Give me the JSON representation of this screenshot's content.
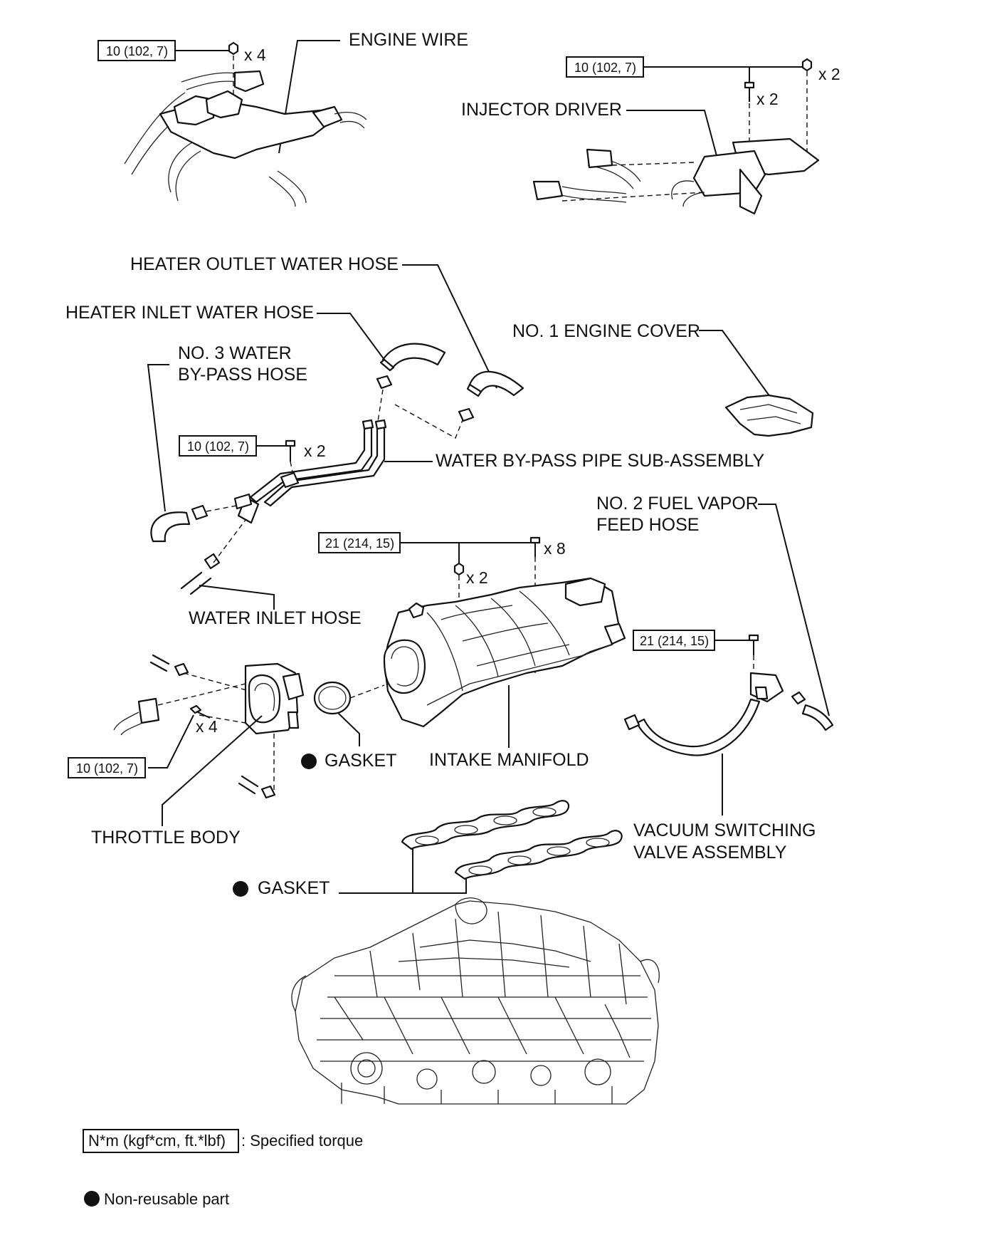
{
  "labels": {
    "engine_wire": "ENGINE WIRE",
    "injector_driver": "INJECTOR DRIVER",
    "heater_outlet_water_hose": "HEATER OUTLET WATER HOSE",
    "heater_inlet_water_hose": "HEATER INLET WATER HOSE",
    "no3_water_bypass_hose_line1": "NO. 3 WATER",
    "no3_water_bypass_hose_line2": "BY-PASS HOSE",
    "no1_engine_cover": "NO. 1 ENGINE COVER",
    "water_bypass_pipe": "WATER BY-PASS PIPE SUB-ASSEMBLY",
    "no2_fuel_vapor_line1": "NO. 2 FUEL VAPOR",
    "no2_fuel_vapor_line2": "FEED HOSE",
    "water_inlet_hose": "WATER INLET HOSE",
    "gasket_throttle": "GASKET",
    "intake_manifold": "INTAKE MANIFOLD",
    "throttle_body": "THROTTLE BODY",
    "vacuum_switching_line1": "VACUUM SWITCHING",
    "vacuum_switching_line2": "VALVE ASSEMBLY",
    "gasket_manifold": "GASKET"
  },
  "torques": {
    "engine_wire": "10 (102, 7)",
    "injector_driver": "10 (102, 7)",
    "water_bypass_pipe": "10 (102, 7)",
    "intake_manifold": "21 (214, 15)",
    "vacuum_switching": "21 (214, 15)",
    "throttle_body": "10 (102, 7)"
  },
  "quantities": {
    "engine_wire_nuts": "x 4",
    "injector_driver_nuts": "x 2",
    "injector_driver_bolts": "x 2",
    "water_bypass_bolts": "x 2",
    "intake_manifold_bolts": "x 8",
    "intake_manifold_nuts": "x 2",
    "throttle_body_bolts": "x 4"
  },
  "legend": {
    "torque_unit": "N*m (kgf*cm, ft.*lbf)",
    "torque_desc": ": Specified torque",
    "non_reusable": "Non-reusable part"
  }
}
